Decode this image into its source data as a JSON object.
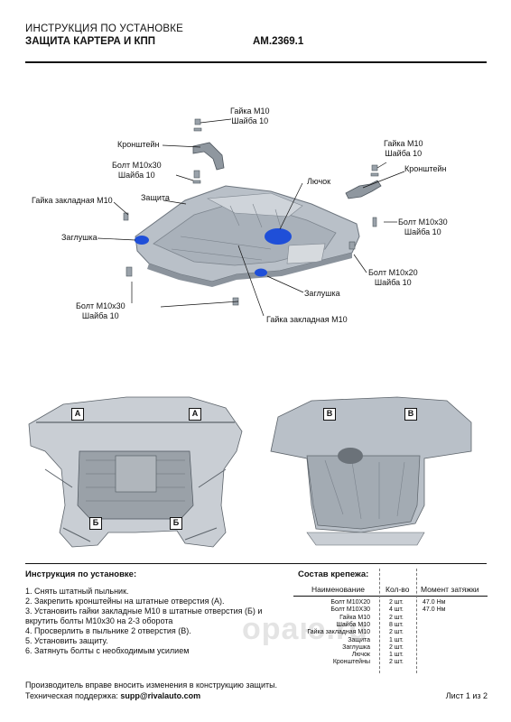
{
  "header": {
    "title": "ИНСТРУКЦИЯ ПО УСТАНОВКЕ",
    "subtitle": "ЗАЩИТА КАРТЕРА И КПП",
    "code": "AM.2369.1"
  },
  "callouts": {
    "nut_top": "Гайка М10",
    "washer_top": "Шайба 10",
    "bracket_left": "Кронштейн",
    "nut_right": "Гайка М10",
    "washer_right": "Шайба 10",
    "bracket_right": "Кронштейн",
    "bolt_left": "Болт М10х30",
    "washer_left": "Шайба 10",
    "hatch": "Лючок",
    "embedded_nut_left": "Гайка закладная М10",
    "guard": "Защита",
    "bolt_right": "Болт М10х30",
    "washer_right2": "Шайба 10",
    "plug_left": "Заглушка",
    "bolt_m20": "Болт М10х20",
    "washer_m20": "Шайба 10",
    "plug_bottom": "Заглушка",
    "bolt_bottom": "Болт М10х30",
    "washer_bottom": "Шайба 10",
    "embedded_nut_bottom": "Гайка закладная М10"
  },
  "markers": {
    "a": "А",
    "b": "Б",
    "v": "В"
  },
  "instructions": {
    "heading": "Инструкция по установке:",
    "steps": [
      "1. Снять штатный пыльник.",
      "2. Закрепить кронштейны на штатные отверстия (А).",
      "3. Установить гайки закладные М10 в штатные отверстия (Б) и",
      "вкрутить болты М10х30 на 2-3 оборота",
      "4. Просверлить в пыльнике 2 отверстия (В).",
      "5. Установить защиту.",
      "6. Затянуть болты с необходимым усилием"
    ]
  },
  "fasteners": {
    "heading": "Состав крепежа:",
    "columns": [
      "Наименование",
      "Кол-во",
      "Момент затяжки"
    ],
    "rows": [
      {
        "name": "Болт М10Х20",
        "qty": "2 шт.",
        "torque": "47.0 Нм"
      },
      {
        "name": "Болт М10Х30",
        "qty": "4 шт.",
        "torque": "47.0 Нм"
      },
      {
        "name": "Гайка М10",
        "qty": "2 шт.",
        "torque": ""
      },
      {
        "name": "Шайба М10",
        "qty": "8 шт.",
        "torque": ""
      },
      {
        "name": "Гайка закладная М10",
        "qty": "2 шт.",
        "torque": ""
      },
      {
        "name": "Защита",
        "qty": "1 шт.",
        "torque": ""
      },
      {
        "name": "Заглушка",
        "qty": "2 шт.",
        "torque": ""
      },
      {
        "name": "Лючок",
        "qty": "1 шт.",
        "torque": ""
      },
      {
        "name": "Кронштейны",
        "qty": "2 шт.",
        "torque": ""
      }
    ]
  },
  "watermark": "ораю.ru",
  "footer": {
    "note": "Производитель вправе вносить изменения в конструкцию защиты.",
    "support_label": "Техническая поддержка:",
    "support_email": "supp@rivalauto.com",
    "page": "Лист 1 из 2"
  },
  "colors": {
    "guard_fill": "#b9c0c8",
    "guard_dark": "#8b939c",
    "plug_blue": "#1f4fd8",
    "frame_fill": "#c9ced4"
  }
}
